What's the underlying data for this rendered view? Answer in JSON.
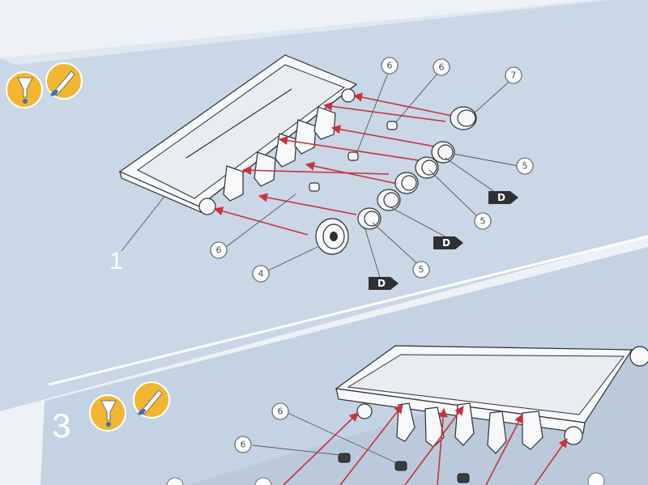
{
  "colors": {
    "panel": "#c8d6e6",
    "panel_light": "#dce5ef",
    "arrow": "#c8323a",
    "icon_glue": "#f2b632",
    "icon_paint": "#f2b632",
    "flag": "#2f3033"
  },
  "icons": {
    "step1": [
      "glue-dropper-icon",
      "paint-brush-icon"
    ],
    "step3": [
      "glue-dropper-icon",
      "paint-brush-icon"
    ]
  },
  "steps": [
    {
      "number": "1",
      "callouts": [
        "6",
        "6",
        "7",
        "5",
        "5",
        "5",
        "6",
        "4"
      ],
      "decals": [
        "D",
        "D",
        "D"
      ]
    },
    {
      "number": "3",
      "callouts": [
        "6",
        "6"
      ]
    }
  ]
}
